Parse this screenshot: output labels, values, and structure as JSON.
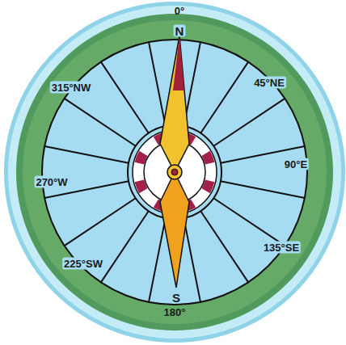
{
  "diagram": {
    "labels": [
      "0°",
      "N",
      "45°NE",
      "90°E",
      "135°SE",
      "S",
      "180°",
      "225°SW",
      "270°W",
      "315°NW"
    ]
  }
}
